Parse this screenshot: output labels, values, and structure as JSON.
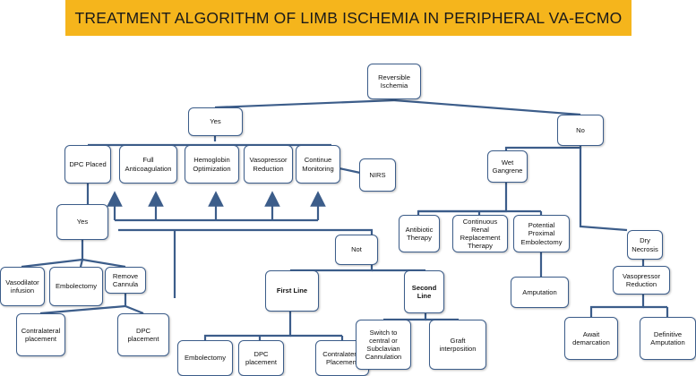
{
  "title": "TREATMENT ALGORITHM OF LIMB ISCHEMIA IN PERIPHERAL VA-ECMO",
  "colors": {
    "banner": "#f5b51c",
    "line": "#3c5d8a",
    "node_border": "#3c5d8a"
  },
  "nodes": {
    "reversible_ischemia": "Reversible\nIschemia",
    "yes_top": "Yes",
    "no_top": "No",
    "dpc_placed": "DPC Placed",
    "full_anticoag": "Full\nAnticoagulation",
    "hemoglobin": "Hemoglobin\nOptimization",
    "vasopressor_reduction_1": "Vasopressor\nReduction",
    "continue_monitoring": "Continue\nMonitoring",
    "nirs": "NIRS",
    "yes_dpc": "Yes",
    "not_dpc": "Not",
    "vasodilator": "Vasodilator\ninfusion",
    "embolectomy_1": "Embolectomy",
    "remove_cannula": "Remove\nCannula",
    "contralateral_1": "Contralateral\nplacement",
    "dpc_placement_1": "DPC\nplacement",
    "first_line": "First Line",
    "second_line": "Second\nLine",
    "embolectomy_2": "Embolectomy",
    "dpc_placement_2": "DPC\nplacement",
    "contralateral_2": "Contralateral\nPlacement",
    "switch_central": "Switch to\ncentral or\nSubclavian\nCannulation",
    "graft": "Graft\ninterposition",
    "wet_gangrene": "Wet\nGangrene",
    "antibiotic": "Antibiotic\nTherapy",
    "crrt": "Continuous\nRenal\nReplacement\nTherapy",
    "potential_embolectomy": "Potential\nProximal\nEmbolectomy",
    "amputation": "Amputation",
    "dry_necrosis": "Dry\nNecrosis",
    "vasopressor_reduction_2": "Vasopressor\nReduction",
    "await_demarcation": "Await\ndemarcation",
    "definitive_amputation": "Definitive\nAmputation"
  }
}
